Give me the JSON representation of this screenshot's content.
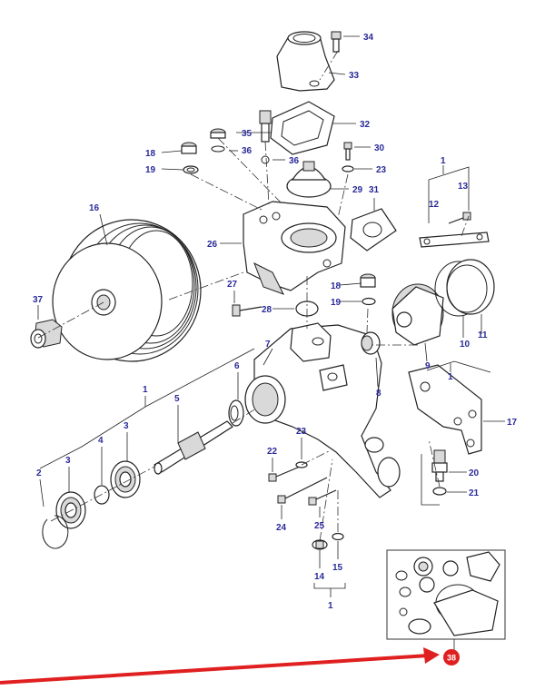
{
  "diagram": {
    "callouts": [
      {
        "id": "c34",
        "label": "34"
      },
      {
        "id": "c33",
        "label": "33"
      },
      {
        "id": "c32",
        "label": "32"
      },
      {
        "id": "c35",
        "label": "35"
      },
      {
        "id": "c36a",
        "label": "36"
      },
      {
        "id": "c36b",
        "label": "36"
      },
      {
        "id": "c18a",
        "label": "18"
      },
      {
        "id": "c19a",
        "label": "19"
      },
      {
        "id": "c30",
        "label": "30"
      },
      {
        "id": "c23a",
        "label": "23"
      },
      {
        "id": "c29",
        "label": "29"
      },
      {
        "id": "c31",
        "label": "31"
      },
      {
        "id": "c1a",
        "label": "1"
      },
      {
        "id": "c12",
        "label": "12"
      },
      {
        "id": "c13",
        "label": "13"
      },
      {
        "id": "c16",
        "label": "16"
      },
      {
        "id": "c26",
        "label": "26"
      },
      {
        "id": "c37",
        "label": "37"
      },
      {
        "id": "c27",
        "label": "27"
      },
      {
        "id": "c28",
        "label": "28"
      },
      {
        "id": "c18b",
        "label": "18"
      },
      {
        "id": "c19b",
        "label": "19"
      },
      {
        "id": "c10",
        "label": "10"
      },
      {
        "id": "c11",
        "label": "11"
      },
      {
        "id": "c9",
        "label": "9"
      },
      {
        "id": "c1b",
        "label": "1"
      },
      {
        "id": "c8",
        "label": "8"
      },
      {
        "id": "c7",
        "label": "7"
      },
      {
        "id": "c6",
        "label": "6"
      },
      {
        "id": "c1c",
        "label": "1"
      },
      {
        "id": "c5",
        "label": "5"
      },
      {
        "id": "c4",
        "label": "4"
      },
      {
        "id": "c3a",
        "label": "3"
      },
      {
        "id": "c3b",
        "label": "3"
      },
      {
        "id": "c2",
        "label": "2"
      },
      {
        "id": "c17",
        "label": "17"
      },
      {
        "id": "c22",
        "label": "22"
      },
      {
        "id": "c23b",
        "label": "23"
      },
      {
        "id": "c20",
        "label": "20"
      },
      {
        "id": "c21",
        "label": "21"
      },
      {
        "id": "c24",
        "label": "24"
      },
      {
        "id": "c25",
        "label": "25"
      },
      {
        "id": "c14",
        "label": "14"
      },
      {
        "id": "c15",
        "label": "15"
      },
      {
        "id": "c1d",
        "label": "1"
      }
    ],
    "kit_badge": "38",
    "colors": {
      "callout_text": "#2a2a9a",
      "arrow": "#e02020",
      "badge": "#e02020",
      "line": "#222222"
    }
  }
}
